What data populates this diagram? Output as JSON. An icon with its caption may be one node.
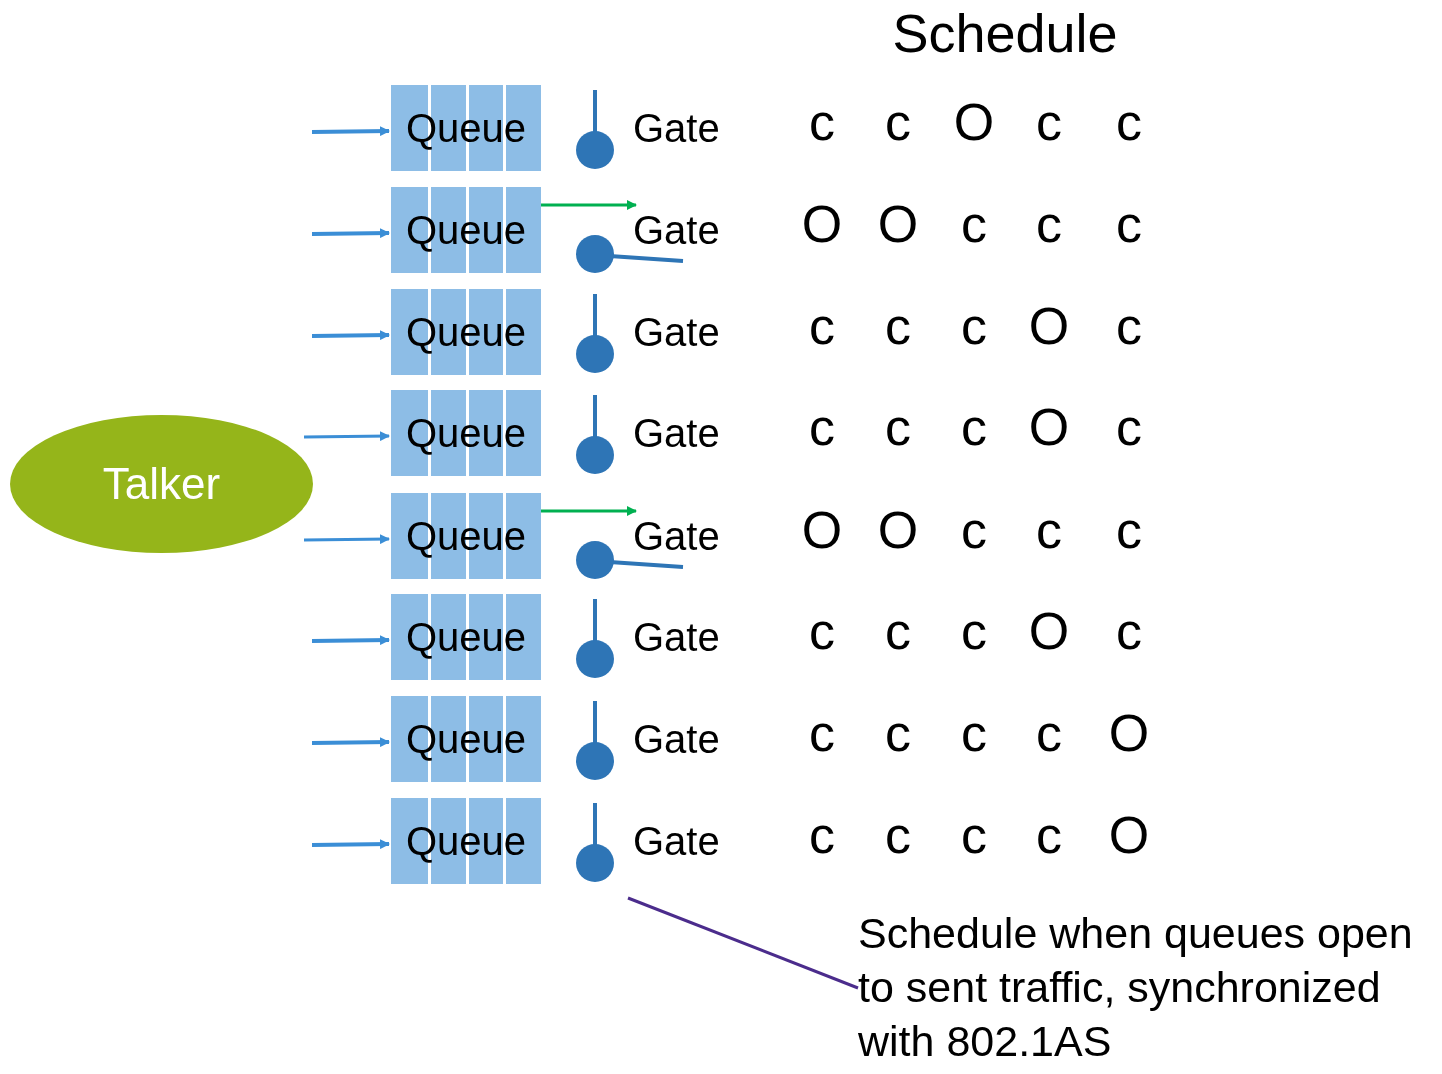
{
  "diagram": {
    "nodes": [
      {
        "text": [
          "Talker"
        ]
      },
      {
        "text": [
          "Queue"
        ]
      },
      {
        "text": [
          "Queue"
        ]
      },
      {
        "text": [
          "Queue"
        ]
      },
      {
        "text": [
          "Queue"
        ]
      },
      {
        "text": [
          "Queue"
        ]
      },
      {
        "text": [
          "Queue"
        ]
      },
      {
        "text": [
          "Queue"
        ]
      },
      {
        "text": [
          "Queue"
        ]
      },
      {
        "text": [
          "Gate"
        ]
      },
      {
        "text": [
          "Gate"
        ]
      },
      {
        "text": [
          "Gate"
        ]
      },
      {
        "text": [
          "Gate"
        ]
      },
      {
        "text": [
          "Gate"
        ]
      },
      {
        "text": [
          "Gate"
        ]
      },
      {
        "text": [
          "Gate"
        ]
      },
      {
        "text": [
          "Gate"
        ]
      },
      {
        "text": [
          "Schedule when queues open to sent traffic, synchronized with 802.1AS"
        ]
      }
    ],
    "edges": [
      {
        "from": null,
        "to": 1,
        "arrow": "to"
      },
      {
        "from": null,
        "to": 2,
        "arrow": "to"
      },
      {
        "from": null,
        "to": 3,
        "arrow": "to"
      },
      {
        "from": 0,
        "to": 4,
        "arrow": "to"
      },
      {
        "from": 0,
        "to": 5,
        "arrow": "to"
      },
      {
        "from": null,
        "to": 6,
        "arrow": "to"
      },
      {
        "from": null,
        "to": 7,
        "arrow": "to"
      },
      {
        "from": null,
        "to": 8,
        "arrow": "to"
      },
      {
        "from": 2,
        "to": 10,
        "arrow": "to",
        "color": "#00b050"
      },
      {
        "from": 5,
        "to": 13,
        "arrow": "to",
        "color": "#00b050"
      },
      {
        "from": 17,
        "to": null,
        "arrow": "none",
        "color": "#4b2c8c"
      }
    ],
    "labels": [
      "Schedule",
      "c",
      "c",
      "O",
      "c",
      "c",
      "O",
      "O",
      "c",
      "c",
      "c",
      "c",
      "c",
      "c",
      "O",
      "c",
      "c",
      "c",
      "c",
      "O",
      "c",
      "O",
      "O",
      "c",
      "c",
      "c",
      "c",
      "c",
      "c",
      "O",
      "c",
      "c",
      "c",
      "c",
      "c",
      "O",
      "c",
      "c",
      "c",
      "c",
      "O"
    ]
  }
}
